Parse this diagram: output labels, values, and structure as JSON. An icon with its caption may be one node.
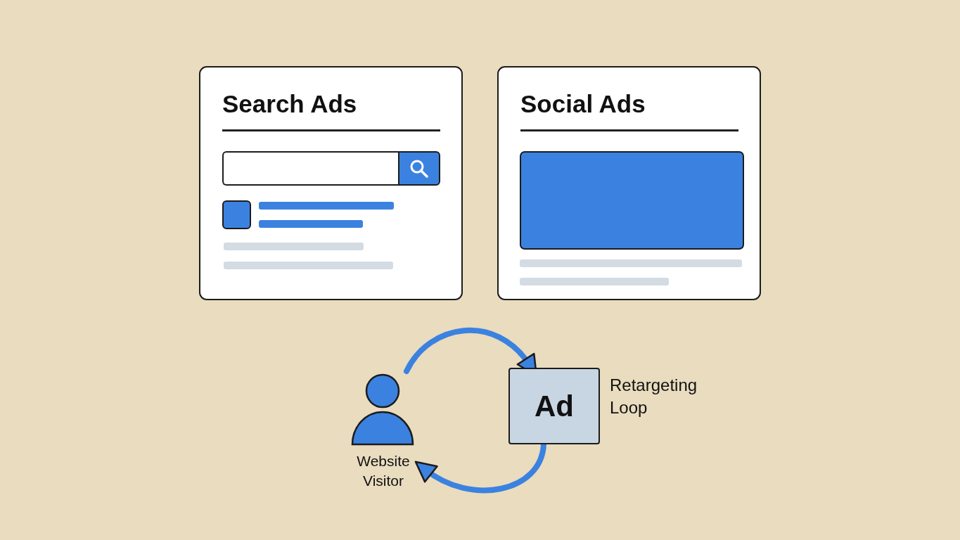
{
  "diagram": {
    "nodes": [
      {
        "text": [
          "Search Ads"
        ]
      },
      {
        "text": [
          "Social Ads"
        ]
      },
      {
        "text": [
          "Website Visitor"
        ]
      },
      {
        "text": [
          "Ad"
        ],
        "beside": [
          "Retargeting Loop"
        ]
      }
    ],
    "edges": [
      {
        "from": 2,
        "to": 3,
        "arrow": "to"
      },
      {
        "from": 3,
        "to": 2,
        "arrow": "to"
      }
    ]
  }
}
